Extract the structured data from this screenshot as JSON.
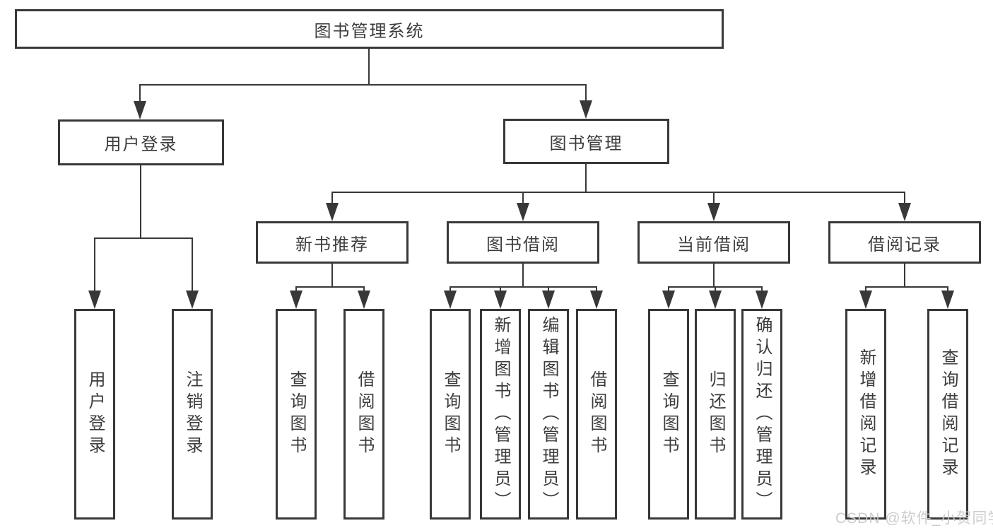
{
  "tree": {
    "label": "图书管理系统",
    "children": [
      {
        "label": "用户登录",
        "children": [
          {
            "label": "用户登录"
          },
          {
            "label": "注销登录"
          }
        ]
      },
      {
        "label": "图书管理",
        "children": [
          {
            "label": "新书推荐",
            "children": [
              {
                "label": "查询图书"
              },
              {
                "label": "借阅图书"
              }
            ]
          },
          {
            "label": "图书借阅",
            "children": [
              {
                "label": "查询图书"
              },
              {
                "label": "新增图书（管理员）"
              },
              {
                "label": "编辑图书（管理员）"
              },
              {
                "label": "借阅图书"
              }
            ]
          },
          {
            "label": "当前借阅",
            "children": [
              {
                "label": "查询图书"
              },
              {
                "label": "归还图书"
              },
              {
                "label": "确认归还（管理员）"
              }
            ]
          },
          {
            "label": "借阅记录",
            "children": [
              {
                "label": "新增借阅记录"
              },
              {
                "label": "查询借阅记录"
              }
            ]
          }
        ]
      }
    ]
  },
  "watermark": {
    "text": "CSDN @软件_小贺同学"
  },
  "colors": {
    "line": "#383838",
    "text": "#3c3c3c",
    "watermark": "#c8c8c8",
    "background": "#ffffff"
  }
}
